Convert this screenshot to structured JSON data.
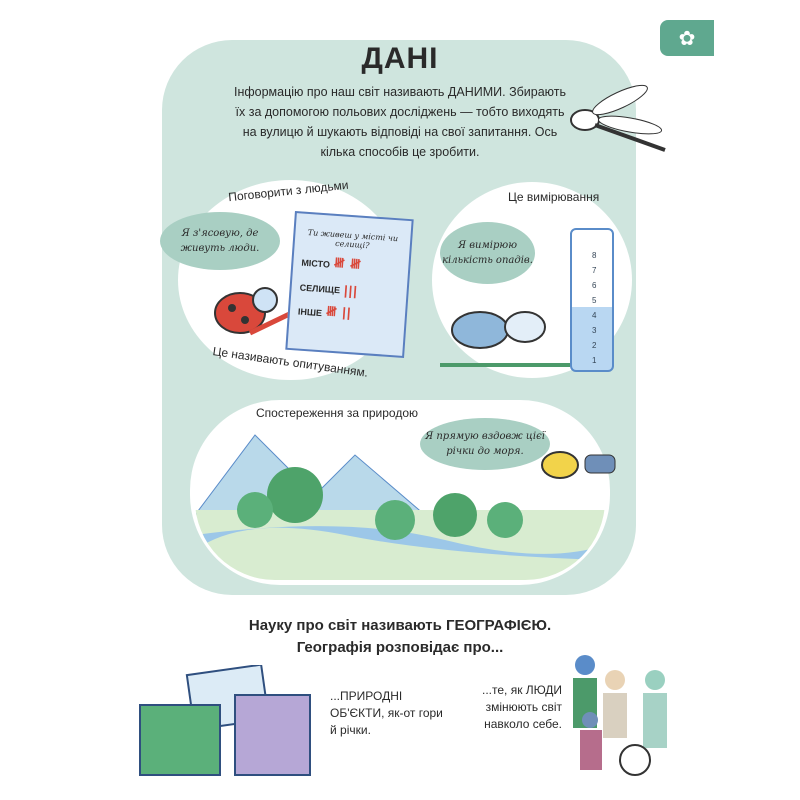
{
  "page_tab": {
    "icon": "flower-icon"
  },
  "title": "ДАНІ",
  "intro": "Інформацію про наш світ називають ДАНИМИ. Збирають їх за допомогою польових досліджень — тобто виходять на вулицю й шукають відповіді на свої запитання. Ось кілька способів це зробити.",
  "talk": {
    "label": "Поговорити з людьми",
    "bubble": "Я з'ясовую, де живуть люди.",
    "caption": "Це називають опитуванням.",
    "clipboard": {
      "question": "Ти живеш у місті чи селищі?",
      "rows": [
        {
          "label": "МІСТО",
          "count": 10,
          "tally": "𝍸 𝍸"
        },
        {
          "label": "СЕЛИЩЕ",
          "count": 3,
          "tally": "|||"
        },
        {
          "label": "ІНШЕ",
          "count": 7,
          "tally": "𝍸 ||"
        }
      ]
    }
  },
  "measure": {
    "label": "Це вимірювання",
    "bubble": "Я вимірюю кількість опадів.",
    "scale": [
      "8",
      "7",
      "6",
      "5",
      "4",
      "3",
      "2",
      "1"
    ],
    "water_level": 4.3
  },
  "observe": {
    "label": "Спостереження за природою",
    "bubble": "Я прямую вздовж цієї річки до моря."
  },
  "geography": {
    "line1": "Науку про світ називають ГЕОГРАФІЄЮ.",
    "line2": "Географія розповідає про...",
    "nature": "...ПРИРОДНІ ОБ'ЄКТИ, як-от гори й річки.",
    "people": "...те, як ЛЮДИ змінюють світ навколо себе."
  }
}
